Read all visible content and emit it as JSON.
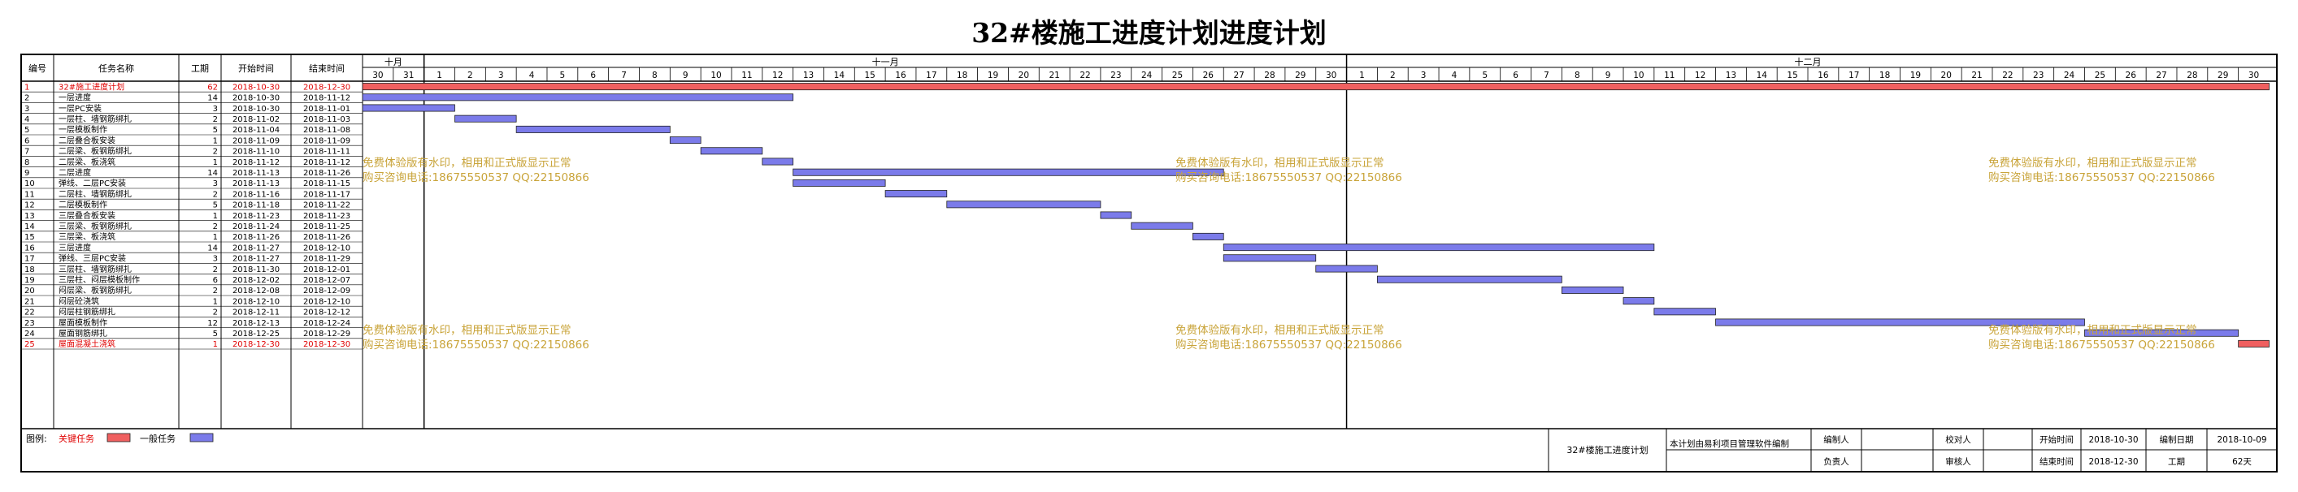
{
  "title": "32#楼施工进度计划进度计划",
  "columns": {
    "index": "编号",
    "name": "任务名称",
    "duration": "工期",
    "start": "开始时间",
    "end": "结束时间"
  },
  "months": [
    {
      "label": "十月",
      "days": [
        "30",
        "31"
      ]
    },
    {
      "label": "十一月",
      "days": [
        "1",
        "2",
        "3",
        "4",
        "5",
        "6",
        "7",
        "8",
        "9",
        "10",
        "11",
        "12",
        "13",
        "14",
        "15",
        "16",
        "17",
        "18",
        "19",
        "20",
        "21",
        "22",
        "23",
        "24",
        "25",
        "26",
        "27",
        "28",
        "29",
        "30"
      ]
    },
    {
      "label": "十二月",
      "days": [
        "1",
        "2",
        "3",
        "4",
        "5",
        "6",
        "7",
        "8",
        "9",
        "10",
        "11",
        "12",
        "13",
        "14",
        "15",
        "16",
        "17",
        "18",
        "19",
        "20",
        "21",
        "22",
        "23",
        "24",
        "25",
        "26",
        "27",
        "28",
        "29",
        "30"
      ]
    }
  ],
  "colors": {
    "critical": "#f06060",
    "normal": "#7b7bea",
    "critical_text": "#e00000",
    "grid": "#000000"
  },
  "chart_data": {
    "type": "gantt",
    "timeline_start": "2018-10-30",
    "timeline_end": "2018-12-30",
    "tasks": [
      {
        "id": "1",
        "name": "32#施工进度计划",
        "duration": "62",
        "start": "2018-10-30",
        "end": "2018-12-30",
        "critical": true
      },
      {
        "id": "2",
        "name": "一层进度",
        "duration": "14",
        "start": "2018-10-30",
        "end": "2018-11-12",
        "critical": false
      },
      {
        "id": "3",
        "name": "一层PC安装",
        "duration": "3",
        "start": "2018-10-30",
        "end": "2018-11-01",
        "critical": false
      },
      {
        "id": "4",
        "name": "一层柱、墙钢筋绑扎",
        "duration": "2",
        "start": "2018-11-02",
        "end": "2018-11-03",
        "critical": false
      },
      {
        "id": "5",
        "name": "一层模板制作",
        "duration": "5",
        "start": "2018-11-04",
        "end": "2018-11-08",
        "critical": false
      },
      {
        "id": "6",
        "name": "二层叠合板安装",
        "duration": "1",
        "start": "2018-11-09",
        "end": "2018-11-09",
        "critical": false
      },
      {
        "id": "7",
        "name": "二层梁、板钢筋绑扎",
        "duration": "2",
        "start": "2018-11-10",
        "end": "2018-11-11",
        "critical": false
      },
      {
        "id": "8",
        "name": "二层梁、板浇筑",
        "duration": "1",
        "start": "2018-11-12",
        "end": "2018-11-12",
        "critical": false
      },
      {
        "id": "9",
        "name": "二层进度",
        "duration": "14",
        "start": "2018-11-13",
        "end": "2018-11-26",
        "critical": false
      },
      {
        "id": "10",
        "name": "弹线、二层PC安装",
        "duration": "3",
        "start": "2018-11-13",
        "end": "2018-11-15",
        "critical": false
      },
      {
        "id": "11",
        "name": "二层柱、墙钢筋绑扎",
        "duration": "2",
        "start": "2018-11-16",
        "end": "2018-11-17",
        "critical": false
      },
      {
        "id": "12",
        "name": "二层模板制作",
        "duration": "5",
        "start": "2018-11-18",
        "end": "2018-11-22",
        "critical": false
      },
      {
        "id": "13",
        "name": "三层叠合板安装",
        "duration": "1",
        "start": "2018-11-23",
        "end": "2018-11-23",
        "critical": false
      },
      {
        "id": "14",
        "name": "三层梁、板钢筋绑扎",
        "duration": "2",
        "start": "2018-11-24",
        "end": "2018-11-25",
        "critical": false
      },
      {
        "id": "15",
        "name": "三层梁、板浇筑",
        "duration": "1",
        "start": "2018-11-26",
        "end": "2018-11-26",
        "critical": false
      },
      {
        "id": "16",
        "name": "三层进度",
        "duration": "14",
        "start": "2018-11-27",
        "end": "2018-12-10",
        "critical": false
      },
      {
        "id": "17",
        "name": "弹线、三层PC安装",
        "duration": "3",
        "start": "2018-11-27",
        "end": "2018-11-29",
        "critical": false
      },
      {
        "id": "18",
        "name": "三层柱、墙钢筋绑扎",
        "duration": "2",
        "start": "2018-11-30",
        "end": "2018-12-01",
        "critical": false
      },
      {
        "id": "19",
        "name": "三层柱、闷层模板制作",
        "duration": "6",
        "start": "2018-12-02",
        "end": "2018-12-07",
        "critical": false
      },
      {
        "id": "20",
        "name": "闷层梁、板钢筋绑扎",
        "duration": "2",
        "start": "2018-12-08",
        "end": "2018-12-09",
        "critical": false
      },
      {
        "id": "21",
        "name": "闷层砼浇筑",
        "duration": "1",
        "start": "2018-12-10",
        "end": "2018-12-10",
        "critical": false
      },
      {
        "id": "22",
        "name": "闷层柱钢筋绑扎",
        "duration": "2",
        "start": "2018-12-11",
        "end": "2018-12-12",
        "critical": false
      },
      {
        "id": "23",
        "name": "屋面模板制作",
        "duration": "12",
        "start": "2018-12-13",
        "end": "2018-12-24",
        "critical": false
      },
      {
        "id": "24",
        "name": "屋面钢筋绑扎",
        "duration": "5",
        "start": "2018-12-25",
        "end": "2018-12-29",
        "critical": false
      },
      {
        "id": "25",
        "name": "屋面混凝土浇筑",
        "duration": "1",
        "start": "2018-12-30",
        "end": "2018-12-30",
        "critical": true
      }
    ]
  },
  "watermark": {
    "line1": "免费体验版有水印，相用和正式版显示正常",
    "line2": "购买咨询电话:18675550537 QQ:22150866"
  },
  "legend": {
    "label": "图例:",
    "critical": "关键任务",
    "normal": "一般任务"
  },
  "footer": {
    "plan_name": "32#楼施工进度计划",
    "software": "本计划由易利项目管理软件编制",
    "compiler_label": "编制人",
    "checker_label": "校对人",
    "owner_label": "负责人",
    "reviewer_label": "审核人",
    "start_label": "开始时间",
    "start_value": "2018-10-30",
    "end_label": "结束时间",
    "end_value": "2018-12-30",
    "date_label": "编制日期",
    "date_value": "2018-10-09",
    "period_label": "工期",
    "period_value": "62天"
  }
}
